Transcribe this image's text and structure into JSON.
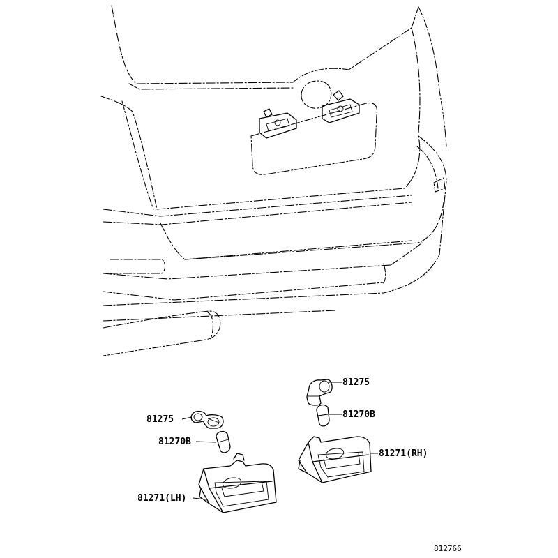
{
  "labels": {
    "bulb_socket_lh": "81275",
    "bulb_lh": "81270B",
    "lamp_assy_lh": "81271(LH)",
    "bulb_socket_rh": "81275",
    "bulb_rh": "81270B",
    "lamp_assy_rh": "81271(RH)"
  },
  "figure_code": "812766"
}
